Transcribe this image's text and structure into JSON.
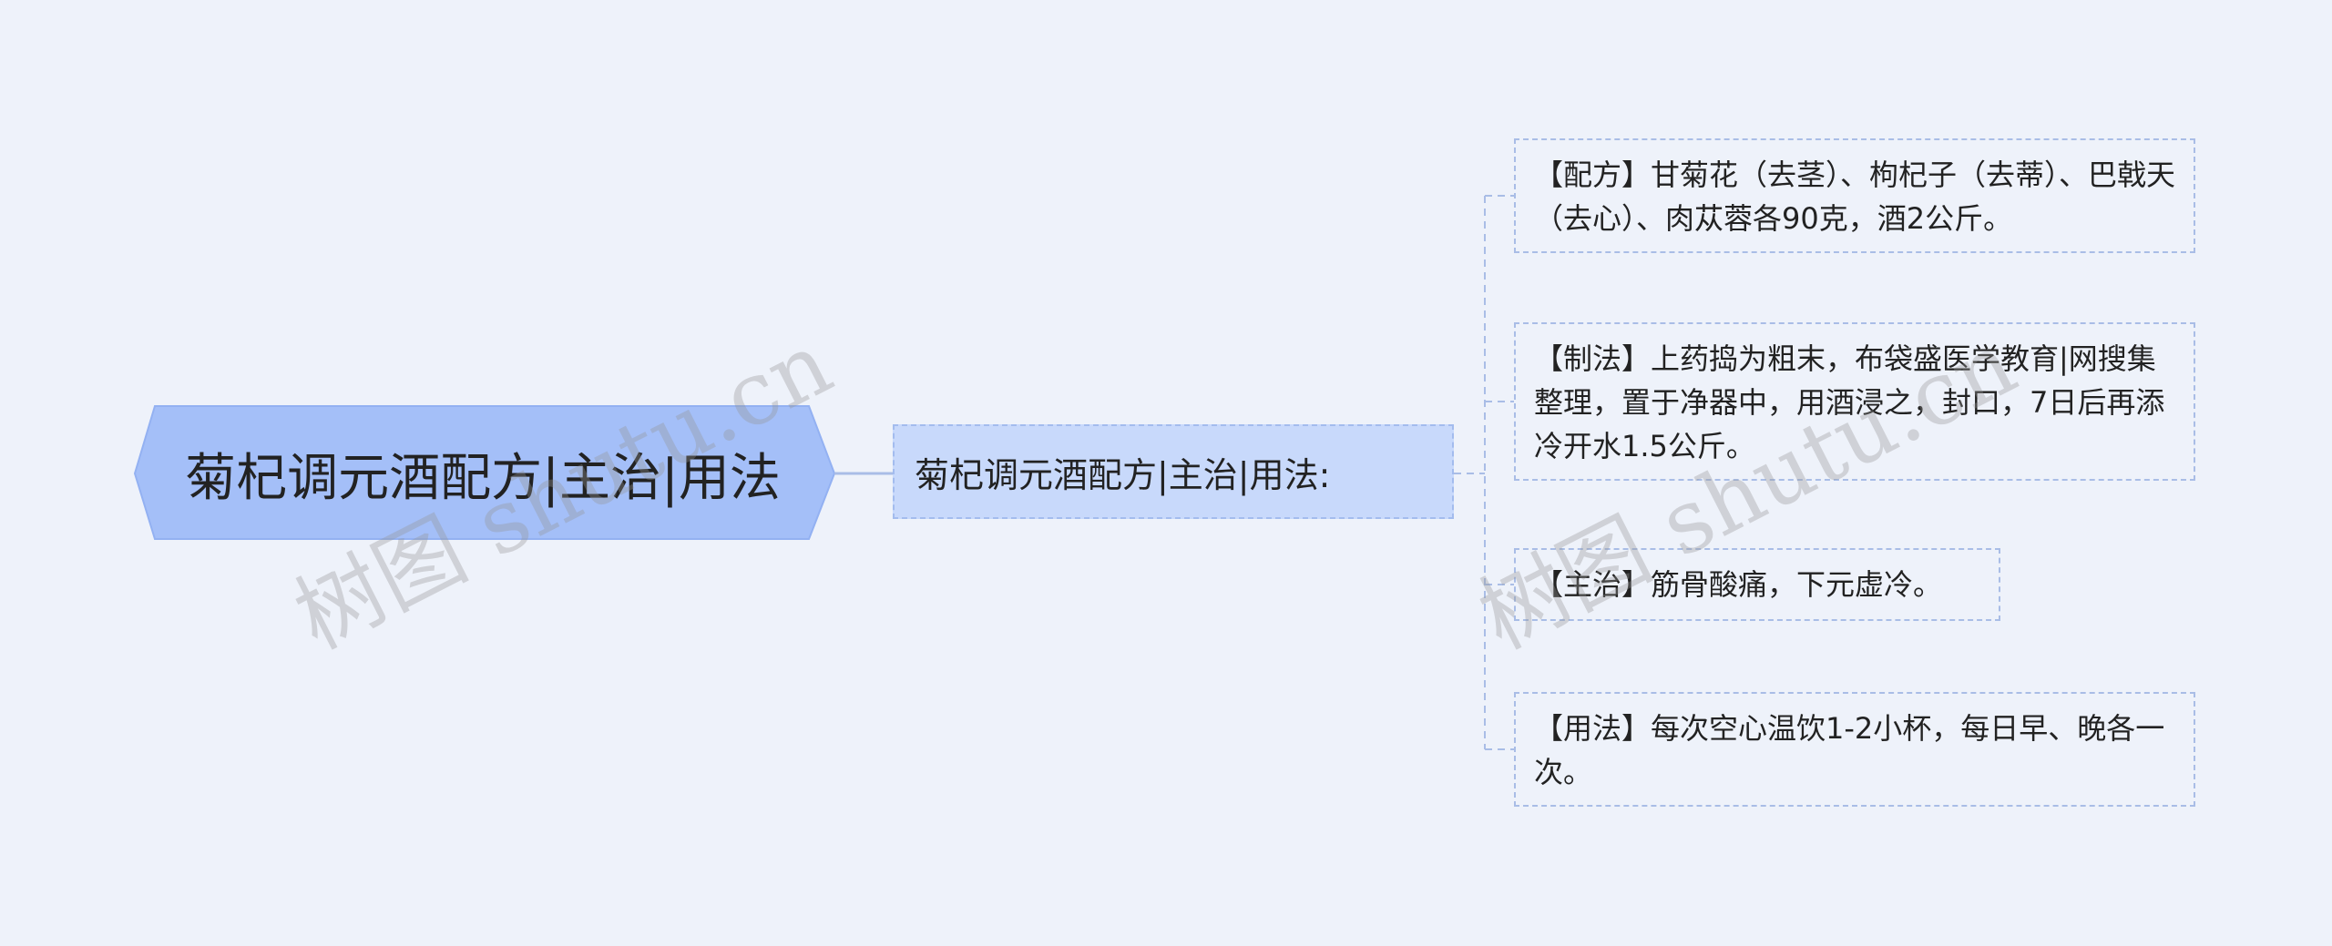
{
  "root": {
    "label": "菊杞调元酒配方|主治|用法"
  },
  "main_topic": {
    "label": "菊杞调元酒配方|主治|用法:"
  },
  "leaves": [
    {
      "label": "【配方】甘菊花（去茎）、枸杞子（去蒂）、巴戟天（去心）、肉苁蓉各90克，酒2公斤。"
    },
    {
      "label": "【制法】上药捣为粗末，布袋盛医学教育|网搜集整理，置于净器中，用酒浸之，封口，7日后再添冷开水1.5公斤。"
    },
    {
      "label": "【主治】筋骨酸痛，下元虚冷。"
    },
    {
      "label": "【用法】每次空心温饮1-2小杯，每日早、晚各一次。"
    }
  ],
  "watermarks": [
    "树图 shutu.cn",
    "树图 shutu.cn"
  ],
  "colors": {
    "background": "#eef2fa",
    "root_fill": "#a4bff8",
    "main_fill": "#c8d9fb",
    "connector": "#a9bde6"
  }
}
